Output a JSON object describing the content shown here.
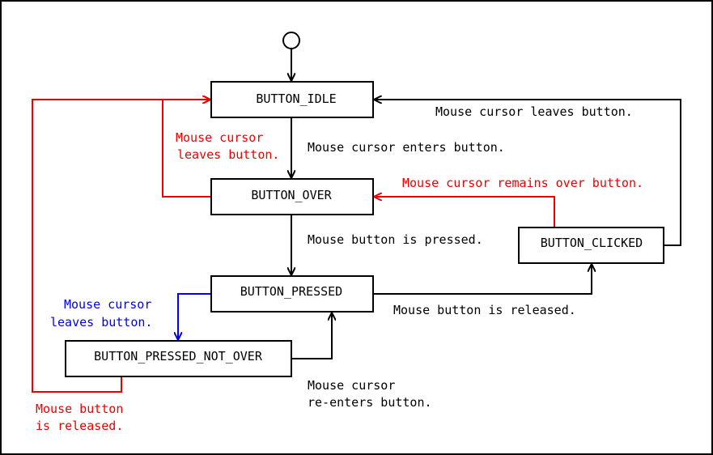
{
  "colors": {
    "black": "#000000",
    "red": "#ee0000",
    "blue": "#0000ee",
    "border": "#000000"
  },
  "states": {
    "idle": "BUTTON_IDLE",
    "over": "BUTTON_OVER",
    "pressed": "BUTTON_PRESSED",
    "pressed_not_over": "BUTTON_PRESSED_NOT_OVER",
    "clicked": "BUTTON_CLICKED"
  },
  "transitions": {
    "clicked_to_idle": "Mouse cursor leaves button.",
    "over_to_idle_line1": "Mouse cursor",
    "over_to_idle_line2": "leaves button.",
    "idle_to_over": "Mouse cursor enters button.",
    "clicked_to_over": "Mouse cursor remains over button.",
    "over_to_pressed": "Mouse button is pressed.",
    "pressed_to_pno_line1": "Mouse cursor",
    "pressed_to_pno_line2": "leaves button.",
    "pressed_to_clicked": "Mouse button is released.",
    "pno_to_pressed_line1": "Mouse cursor",
    "pno_to_pressed_line2": "re-enters button.",
    "pno_to_idle_line1": "Mouse button",
    "pno_to_idle_line2": "is released."
  }
}
